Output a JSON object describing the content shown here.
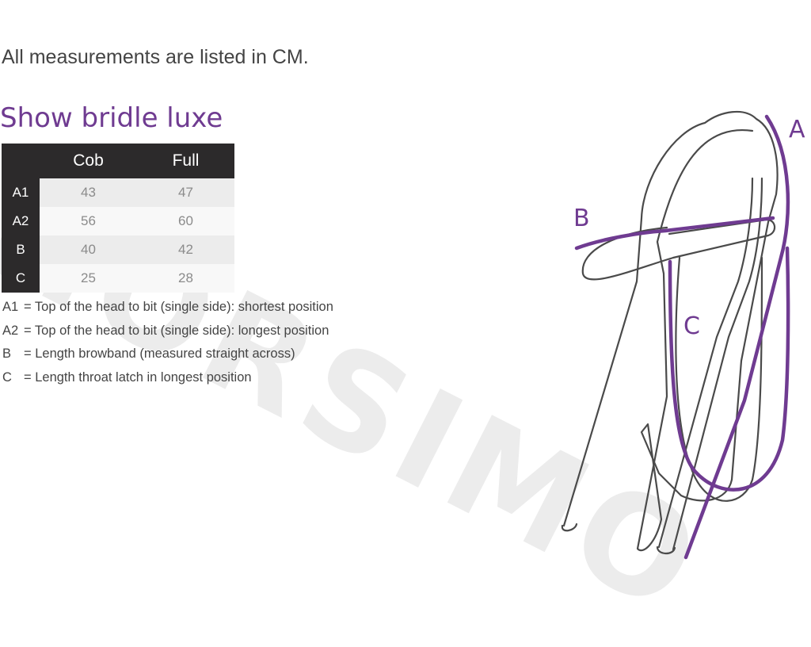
{
  "note": "All measurements are listed in CM.",
  "title": "Show bridle luxe",
  "watermark": "HORSIMO",
  "table": {
    "columns": [
      "Cob",
      "Full"
    ],
    "rows": [
      {
        "label": "A1",
        "values": [
          "43",
          "47"
        ]
      },
      {
        "label": "A2",
        "values": [
          "56",
          "60"
        ]
      },
      {
        "label": "B",
        "values": [
          "40",
          "42"
        ]
      },
      {
        "label": "C",
        "values": [
          "25",
          "28"
        ]
      }
    ]
  },
  "legend": [
    {
      "code": "A1",
      "text": "= Top of the head to bit (single side): shortest position"
    },
    {
      "code": "A2",
      "text": "= Top of the head to bit (single side): longest position"
    },
    {
      "code": "B",
      "text": "= Length browband (measured straight across)"
    },
    {
      "code": "C",
      "text": "= Length throat latch in longest position"
    }
  ],
  "diagram": {
    "labels": {
      "a": "A",
      "b": "B",
      "c": "C"
    },
    "accent_color": "#6f3b91",
    "outline_color": "#4a4a4a"
  }
}
